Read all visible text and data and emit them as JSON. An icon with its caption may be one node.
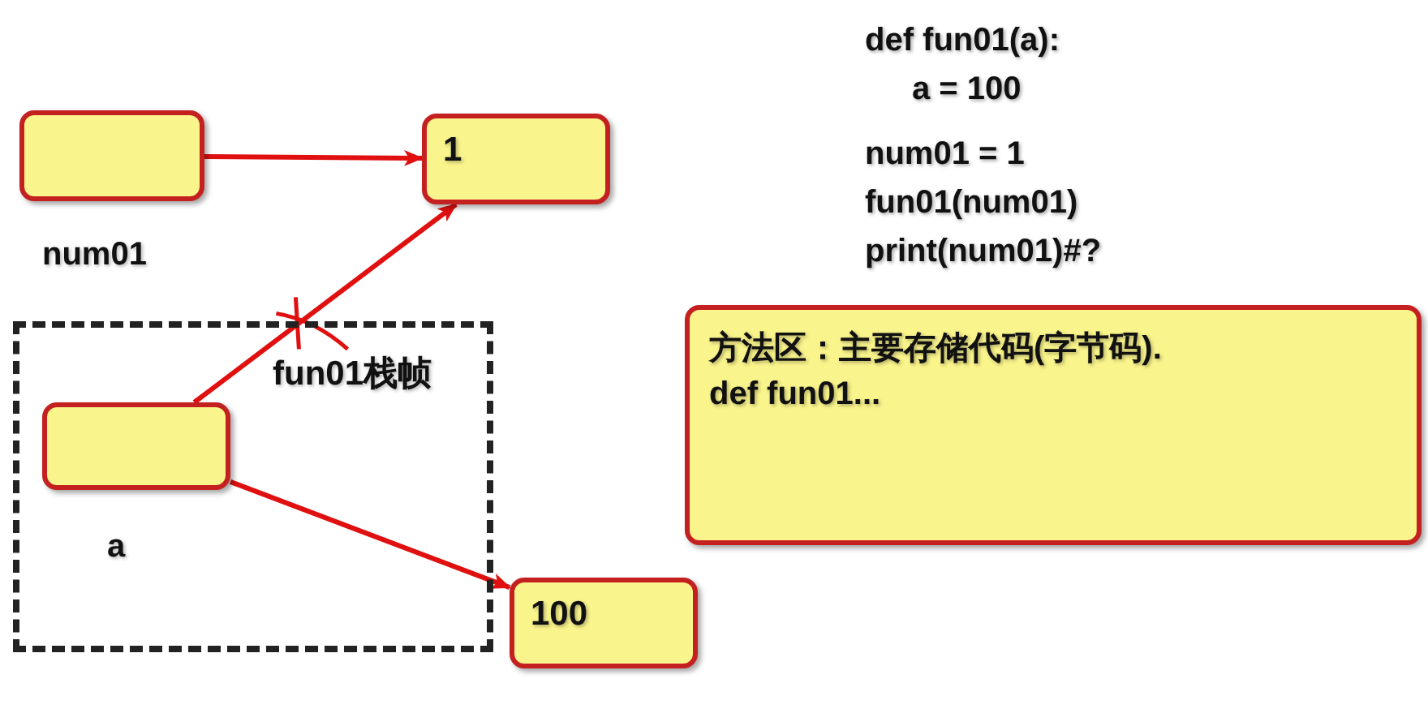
{
  "diagram": {
    "nodes": [
      {
        "text": [],
        "shape": "box",
        "beside": [
          "num01"
        ]
      },
      {
        "text": [
          "1"
        ]
      },
      {
        "text": [
          "fun01栈帧"
        ]
      },
      {
        "text": [],
        "shape": "box",
        "in": 2,
        "beside": [
          "a"
        ]
      },
      {
        "text": [
          "100"
        ]
      },
      {
        "text": [
          "方法区：主要存储代码(字节码).",
          "def fun01..."
        ]
      }
    ],
    "edges": [
      {
        "from": 0,
        "to": 1,
        "arrow": "to"
      },
      {
        "from": 3,
        "to": 1,
        "arrow": "to"
      },
      {
        "from": 3,
        "to": 4,
        "arrow": "to"
      }
    ],
    "labels": [
      "def fun01(a):",
      "a = 100",
      "num01 = 1",
      "fun01(num01)",
      "print(num01)#?"
    ]
  }
}
